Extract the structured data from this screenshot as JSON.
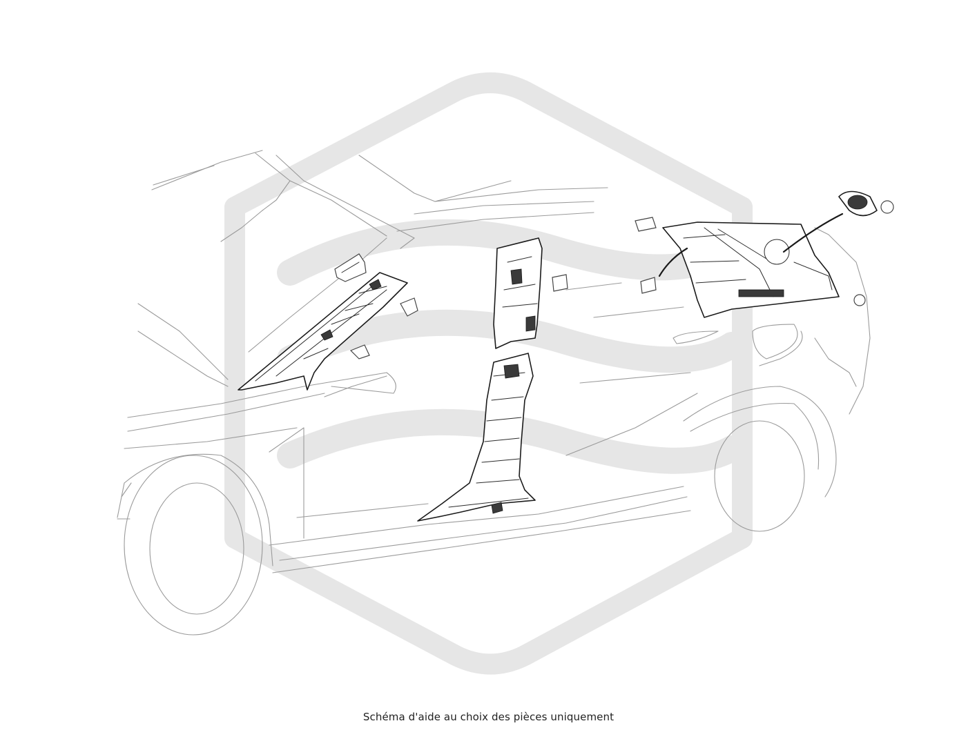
{
  "caption": "Schéma d'aide au choix des pièces uniquement",
  "colors": {
    "background": "#ffffff",
    "car_outline": "#9a9a9a",
    "part_outline": "#1a1a1a",
    "watermark": "#e6e6e6",
    "caption_text": "#222222"
  },
  "parts": [
    {
      "name": "a-pillar-trim"
    },
    {
      "name": "b-pillar-upper-trim"
    },
    {
      "name": "b-pillar-lower-trim"
    },
    {
      "name": "c-pillar-quarter-trim"
    },
    {
      "name": "speaker-grille"
    },
    {
      "name": "retaining-clip"
    }
  ]
}
